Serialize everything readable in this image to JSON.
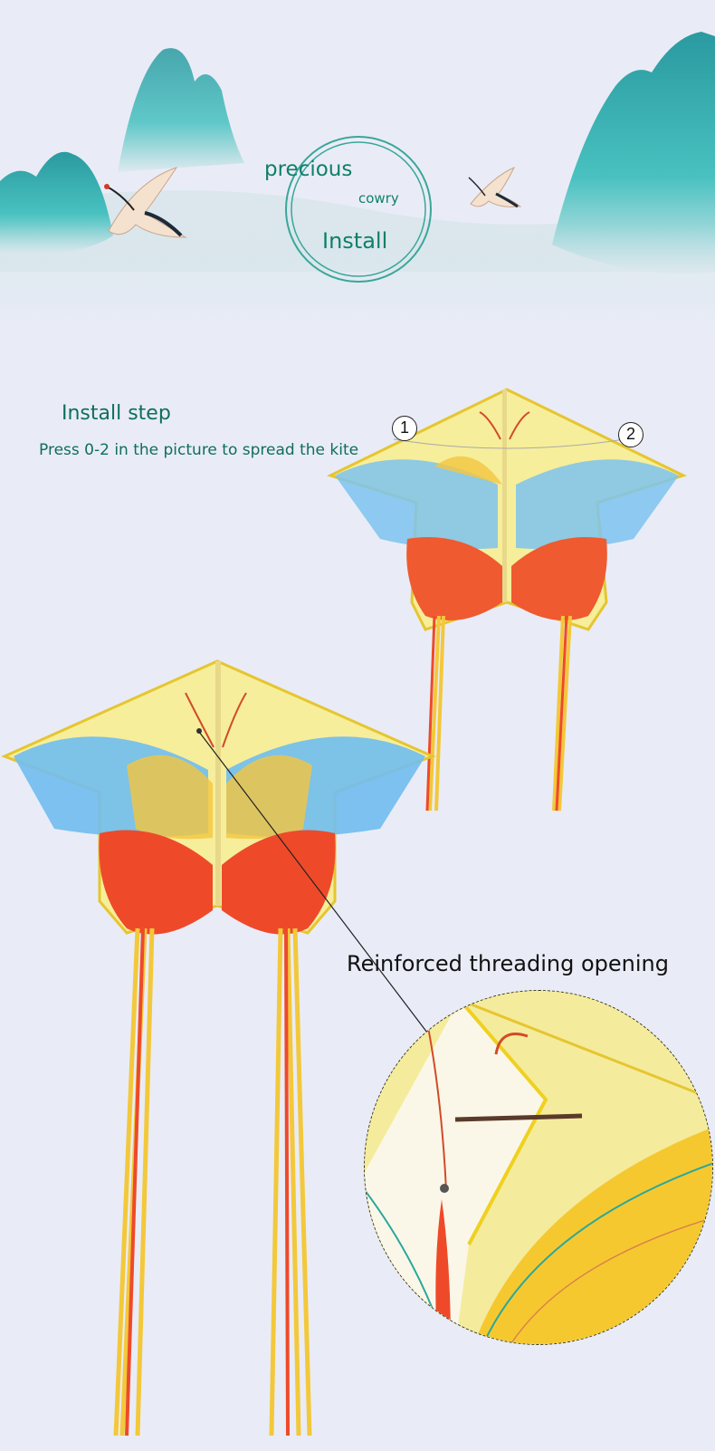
{
  "banner": {
    "badge_line1": "precious",
    "badge_line2": "cowry",
    "badge_line3": "Install",
    "accent_color": "#0f7f68"
  },
  "install": {
    "title": "Install step",
    "description": "Press 0-2 in the picture to spread the kite",
    "marker_1": "1",
    "marker_2": "2"
  },
  "callout": {
    "label": "Reinforced threading opening"
  },
  "colors": {
    "background": "#e9ecf6",
    "kite_yellow": "#f6ee9a",
    "wing_blue": "#6fbff0",
    "wing_red": "#ee4a2a",
    "tail_yellow": "#f3c83a"
  }
}
